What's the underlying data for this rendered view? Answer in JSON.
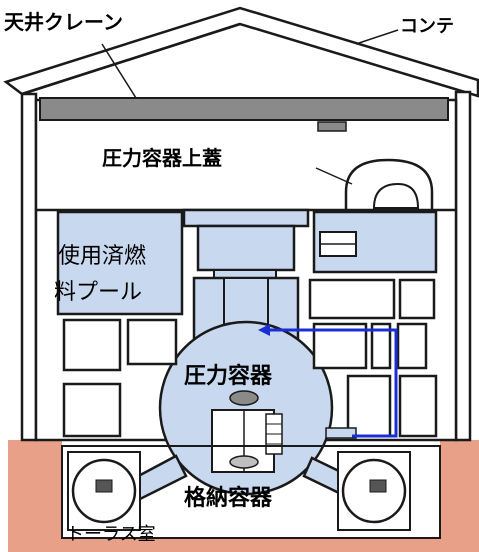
{
  "labels": {
    "overhead_crane": "天井クレーン",
    "containment_bldg": "コンテ",
    "vessel_head": "圧力容器上蓋",
    "spent_fuel_pool_line1": "使用済燃",
    "spent_fuel_pool_line2": "料プール",
    "pressure_vessel": "圧力容器",
    "containment_vessel": "格納容器",
    "torus_room": "トーラス室"
  },
  "colors": {
    "component_fill": "#c8d8ef",
    "outline": "#1a1a1a",
    "flow_arrow": "#1a2ed6",
    "crane_beam": "#8a8a8a",
    "basement_fill": "#e8a088",
    "roof_fill": "#ffffff"
  }
}
